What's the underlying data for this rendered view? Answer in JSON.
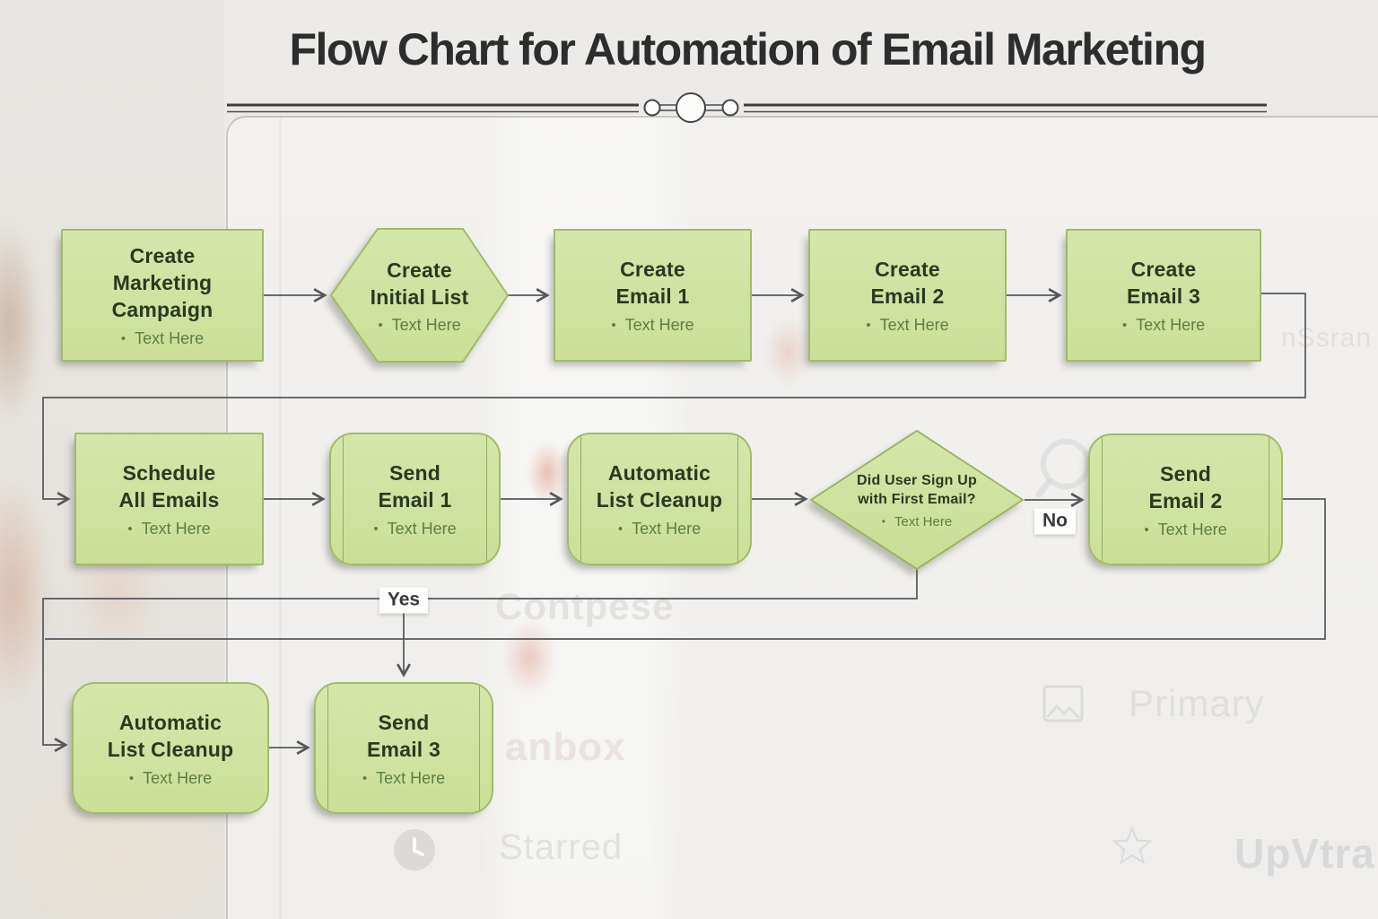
{
  "title": "Flow Chart for Automation of Email Marketing",
  "bullet_glyph": "•",
  "branch_labels": {
    "yes": "Yes",
    "no": "No"
  },
  "nodes": [
    {
      "id": "create-marketing-campaign",
      "shape": "process",
      "title": "Create\nMarketing\nCampaign",
      "bullet": "Text Here"
    },
    {
      "id": "create-initial-list",
      "shape": "hexagon",
      "title": "Create\nInitial List",
      "bullet": "Text Here"
    },
    {
      "id": "create-email-1",
      "shape": "process",
      "title": "Create\nEmail 1",
      "bullet": "Text Here"
    },
    {
      "id": "create-email-2",
      "shape": "process",
      "title": "Create\nEmail 2",
      "bullet": "Text Here"
    },
    {
      "id": "create-email-3",
      "shape": "process",
      "title": "Create\nEmail 3",
      "bullet": "Text Here"
    },
    {
      "id": "schedule-all-emails",
      "shape": "process",
      "title": "Schedule\nAll Emails",
      "bullet": "Text Here"
    },
    {
      "id": "send-email-1",
      "shape": "subroutine",
      "title": "Send\nEmail 1",
      "bullet": "Text Here"
    },
    {
      "id": "automatic-list-cleanup-a",
      "shape": "subroutine",
      "title": "Automatic\nList Cleanup",
      "bullet": "Text Here"
    },
    {
      "id": "did-user-sign-up",
      "shape": "decision",
      "title": "Did User Sign Up\nwith First Email?",
      "bullet": "Text Here"
    },
    {
      "id": "send-email-2",
      "shape": "subroutine",
      "title": "Send\nEmail 2",
      "bullet": "Text Here"
    },
    {
      "id": "automatic-list-cleanup-b",
      "shape": "rounded",
      "title": "Automatic\nList Cleanup",
      "bullet": "Text Here"
    },
    {
      "id": "send-email-3",
      "shape": "subroutine",
      "title": "Send\nEmail 3",
      "bullet": "Text Here"
    }
  ],
  "background_ghost_text": {
    "compose": "Contpese",
    "inbox": "anbox",
    "starred": "Starred",
    "primary": "Primary",
    "upvtra": "UpVtra",
    "sidebar_fragment": "nSsran"
  },
  "colors": {
    "node_fill": "#cfe2a0",
    "node_border": "#a0bb69",
    "node_heading": "#2b3920",
    "node_bullet_text": "#5d7d45",
    "connector": "#54575c",
    "title_text": "#2d2d2d",
    "page_background": "#eae8e5",
    "label_background": "#fdfdfc"
  }
}
